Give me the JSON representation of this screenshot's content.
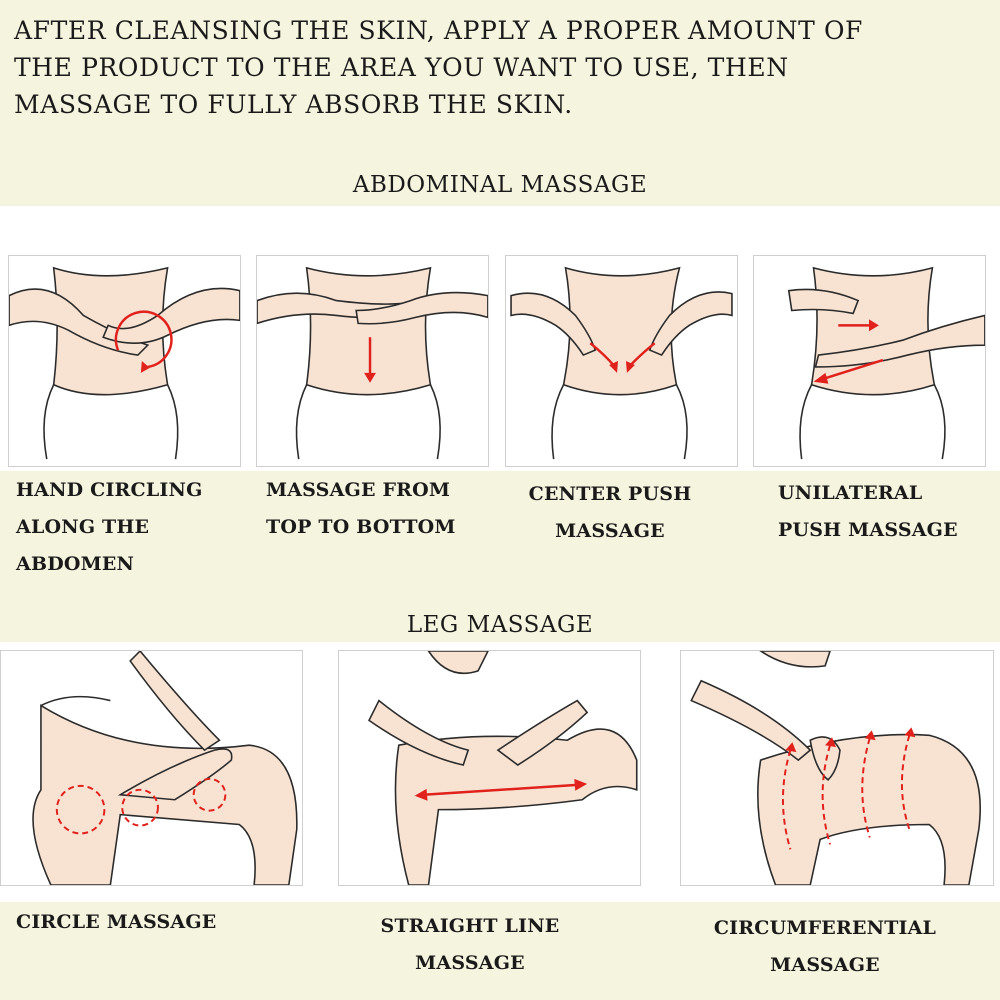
{
  "intro": {
    "line1": "AFTER CLEANSING THE SKIN, APPLY A PROPER AMOUNT OF",
    "line2": "THE PRODUCT TO THE AREA YOU WANT TO USE, THEN",
    "line3": "MASSAGE TO FULLY ABSORB THE SKIN."
  },
  "abdominal": {
    "title": "ABDOMINAL MASSAGE",
    "items": [
      {
        "line1": "HAND CIRCLING",
        "line2": "ALONG THE",
        "line3": "ABDOMEN"
      },
      {
        "line1": "MASSAGE FROM",
        "line2": "TOP TO BOTTOM"
      },
      {
        "line1": "CENTER PUSH",
        "line2": "MASSAGE"
      },
      {
        "line1": "UNILATERAL",
        "line2": "PUSH MASSAGE"
      }
    ]
  },
  "leg": {
    "title": "LEG MASSAGE",
    "items": [
      {
        "line1": "CIRCLE MASSAGE"
      },
      {
        "line1": "STRAIGHT LINE",
        "line2": "MASSAGE"
      },
      {
        "line1": "CIRCUMFERENTIAL",
        "line2": "MASSAGE"
      }
    ]
  },
  "colors": {
    "background": "#f5f4df",
    "skin": "#f8e3d3",
    "outline": "#2b2b2b",
    "arrow": "#e0211c"
  }
}
